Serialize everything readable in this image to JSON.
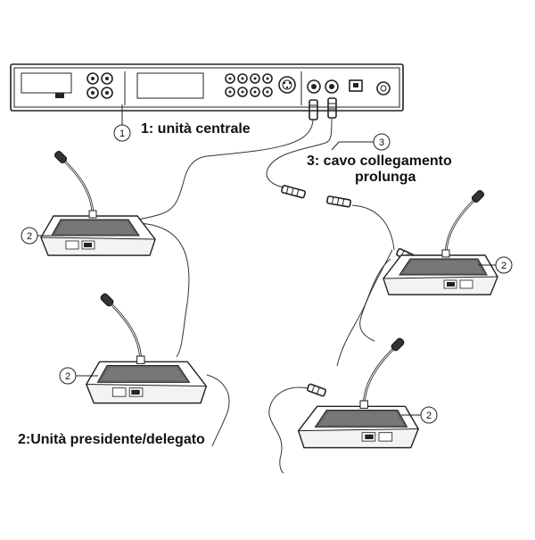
{
  "labels": {
    "central_unit": "1: unità centrale",
    "extension_cable_line1": "3: cavo collegamento",
    "extension_cable_line2": "prolunga",
    "delegate_unit": "2:Unità presidente/delegato"
  },
  "callouts": {
    "central": "1",
    "cable": "3",
    "unit": "2"
  }
}
